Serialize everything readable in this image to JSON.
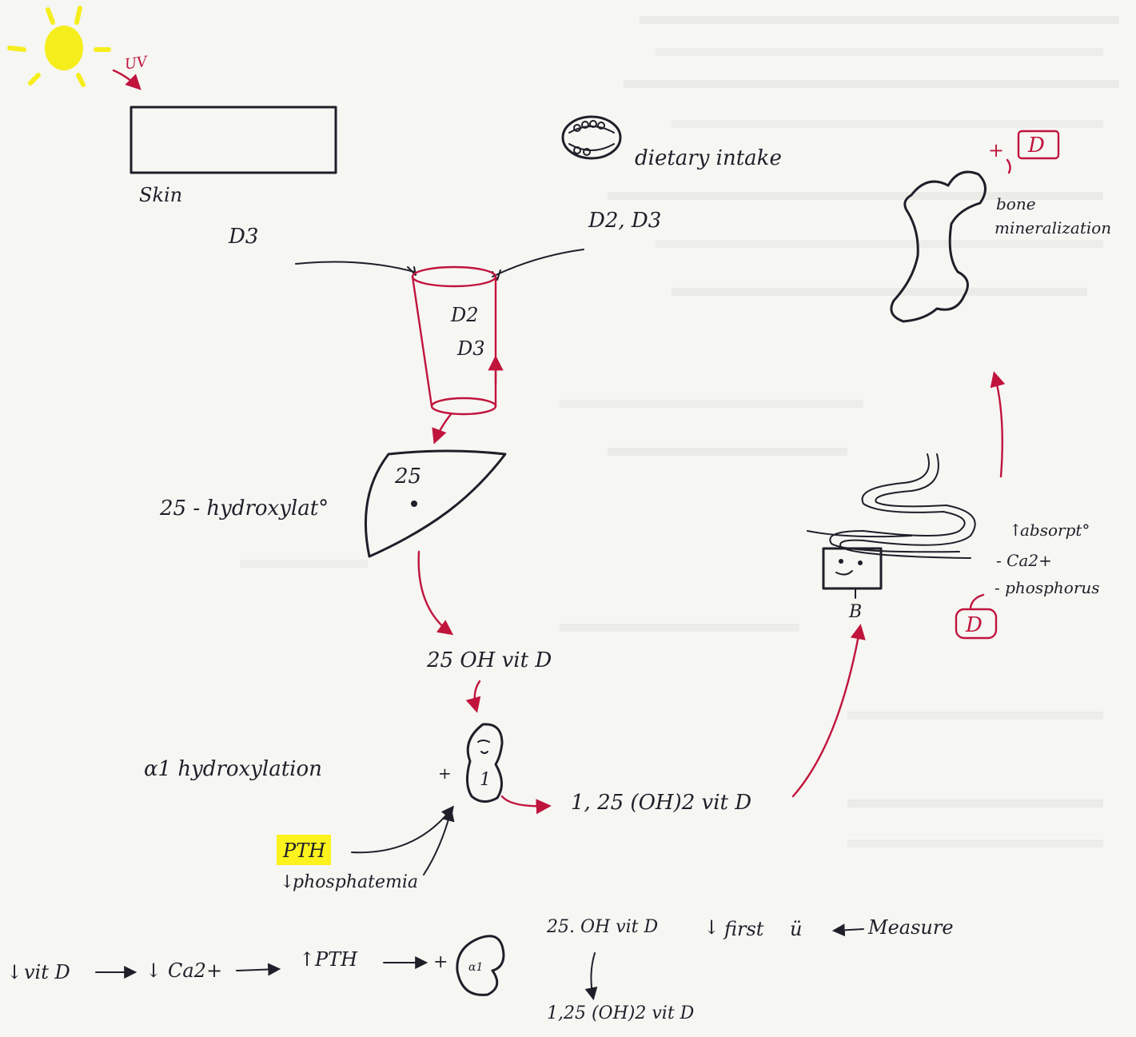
{
  "uv_label": "UV",
  "skin": {
    "label": "Skin",
    "product": "D3"
  },
  "diet": {
    "label": "dietary intake",
    "forms": "D2, D3"
  },
  "vessel": {
    "line1": "D2",
    "line2": "D3"
  },
  "liver": {
    "enzyme_label": "25 - hydroxylat°",
    "mark": "25"
  },
  "metabolite_25": "25 OH vit D",
  "kidney": {
    "enzyme_label": "α1 hydroxylation",
    "number": "1",
    "plus": "+"
  },
  "active_form": "1, 25 (OH)2 vit D",
  "regulators": {
    "pth": "PTH",
    "phosphatemia": "phosphatemia"
  },
  "intestine": {
    "letter": "B",
    "effect_title": "absorpt°",
    "items": [
      "- Ca2+",
      "- phosphorus"
    ],
    "d_box": "D"
  },
  "bone": {
    "label_line1": "bone",
    "label_line2": "mineralization",
    "d_box": "D",
    "plus": "+"
  },
  "bottom": {
    "chain": [
      "vit D",
      "Ca2+",
      "PTH",
      "+"
    ],
    "kidney_mark": "α1",
    "measure_line": "25. OH vit D",
    "first_note": "first",
    "smile": "ü",
    "measure_label": "Measure",
    "result_line": "1,25 (OH)2 vit D"
  },
  "colors": {
    "ink": "#1f1f2a",
    "accent_red": "#c0143c",
    "sun": "#f6ee1c",
    "highlight": "#fbf21e"
  },
  "icons": [
    "sun-icon",
    "mouth-icon",
    "liver-icon",
    "kidney-icon",
    "bone-icon",
    "intestine-icon",
    "vessel-icon"
  ]
}
